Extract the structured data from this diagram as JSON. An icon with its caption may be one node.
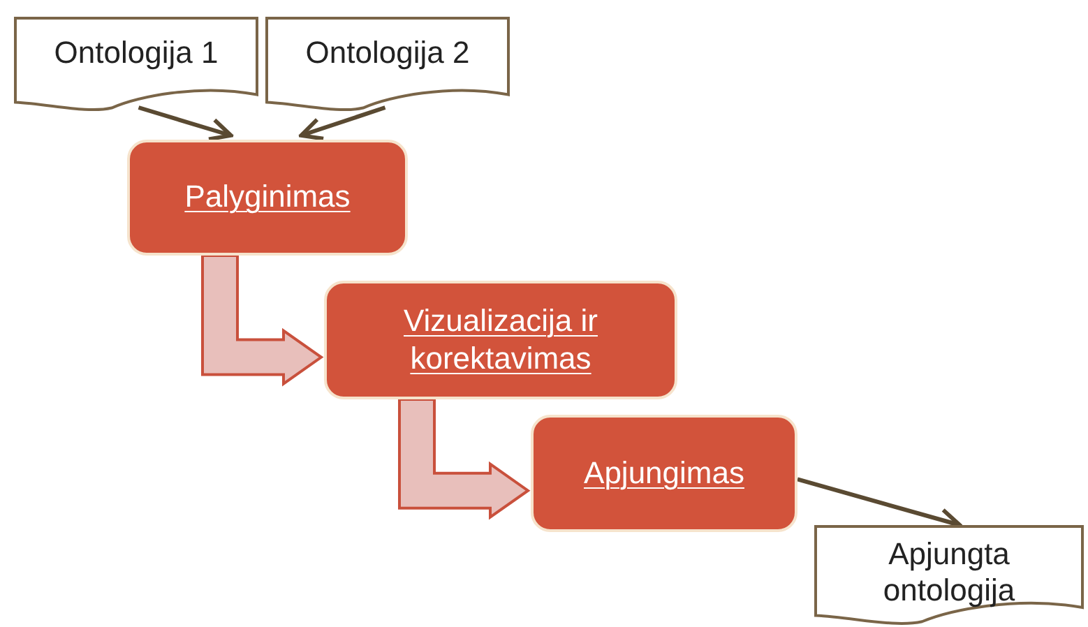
{
  "diagram": {
    "nodes": [
      {
        "text": [
          "Ontologija 1"
        ]
      },
      {
        "text": [
          "Ontologija 2"
        ]
      },
      {
        "text": [
          "Palyginimas"
        ]
      },
      {
        "text": [
          "Vizualizacija ir korektavimas"
        ]
      },
      {
        "text": [
          "Apjungimas"
        ]
      },
      {
        "text": [
          "Apjungta ontologija"
        ]
      }
    ],
    "edges": [
      {
        "from": 0,
        "to": 2,
        "arrow": "to"
      },
      {
        "from": 1,
        "to": 2,
        "arrow": "to"
      },
      {
        "from": 2,
        "to": 3,
        "arrow": "to",
        "style": "thick",
        "color": "#e8bfbb"
      },
      {
        "from": 3,
        "to": 4,
        "arrow": "to",
        "style": "thick",
        "color": "#e8bfbb"
      },
      {
        "from": 4,
        "to": 5,
        "arrow": "to"
      }
    ]
  }
}
